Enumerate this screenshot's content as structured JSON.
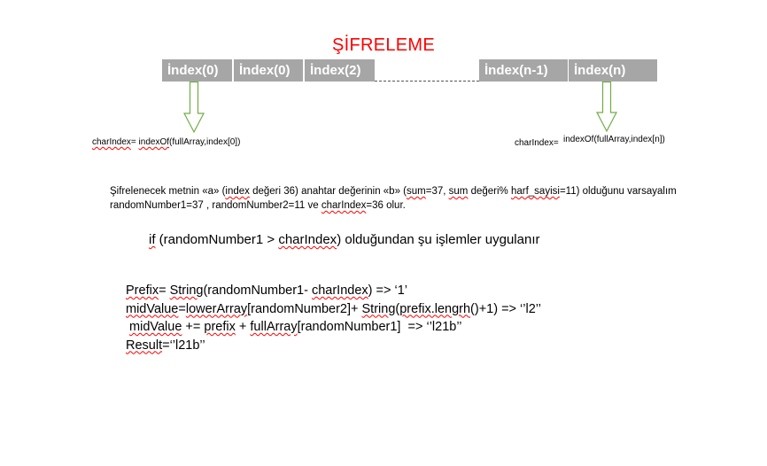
{
  "title": "ŞİFRELEME",
  "cells": [
    "İndex(0)",
    "İndex(0)",
    "İndex(2)",
    "İndex(n-1)",
    "İndex(n)"
  ],
  "left_label": {
    "prefix": "charIndex",
    "suffix": "= ",
    "fn": "indexOf",
    "args": "(fullArray,index[0])"
  },
  "right_label": {
    "prefix": "charIndex=",
    "fn_call": "indexOf(fullArray,index[n])"
  },
  "paragraph": {
    "l1_a": "Şifrelenecek metnin «a» (",
    "l1_index": "index",
    "l1_b": " değeri 36) anahtar değerinin «b» (",
    "l1_sum1": "sum",
    "l1_c": "=37, ",
    "l1_sum2": "sum",
    "l1_d": " değeri% ",
    "l1_harf": "harf_sayisi",
    "l1_e": "=11) olduğunu varsayalım",
    "l2_a": "randomNumber1=37  ,  randomNumber2=11 ve ",
    "l2_charindex": "charIndex",
    "l2_b": "=36 olur."
  },
  "if_line": {
    "kw": "if",
    "a": " (randomNumber1 > ",
    "ci": "charIndex",
    "b": ") olduğundan şu işlemler uygulanır"
  },
  "code": {
    "l1_prefix": "Prefix",
    "l1_a": "= ",
    "l1_string": "String",
    "l1_b": "(randomNumber1- ",
    "l1_ci": "charIndex",
    "l1_c": ") => ‘1’",
    "l2_mid": "midValue",
    "l2_a": "=",
    "l2_lower": "lowerArray",
    "l2_b": "[randomNumber2]+ ",
    "l2_string": "String",
    "l2_c": "(",
    "l2_pref": "prefix.lengrh",
    "l2_d": "()+1) => ‘’l2’’",
    "l3_lead": " ",
    "l3_mid": "midValue",
    "l3_a": " += ",
    "l3_prefix": "prefix",
    "l3_b": " + ",
    "l3_full": "fullArray",
    "l3_c": "[randomNumber1]  => ‘’l21b’’",
    "l4_result": "Result",
    "l4_a": "=‘’l21b’’"
  },
  "colors": {
    "title": "#ff0000",
    "cell_bg": "#a6a6a6",
    "cell_text": "#ffffff",
    "arrow": "#70ad47",
    "squiggle": "#ff0000"
  }
}
